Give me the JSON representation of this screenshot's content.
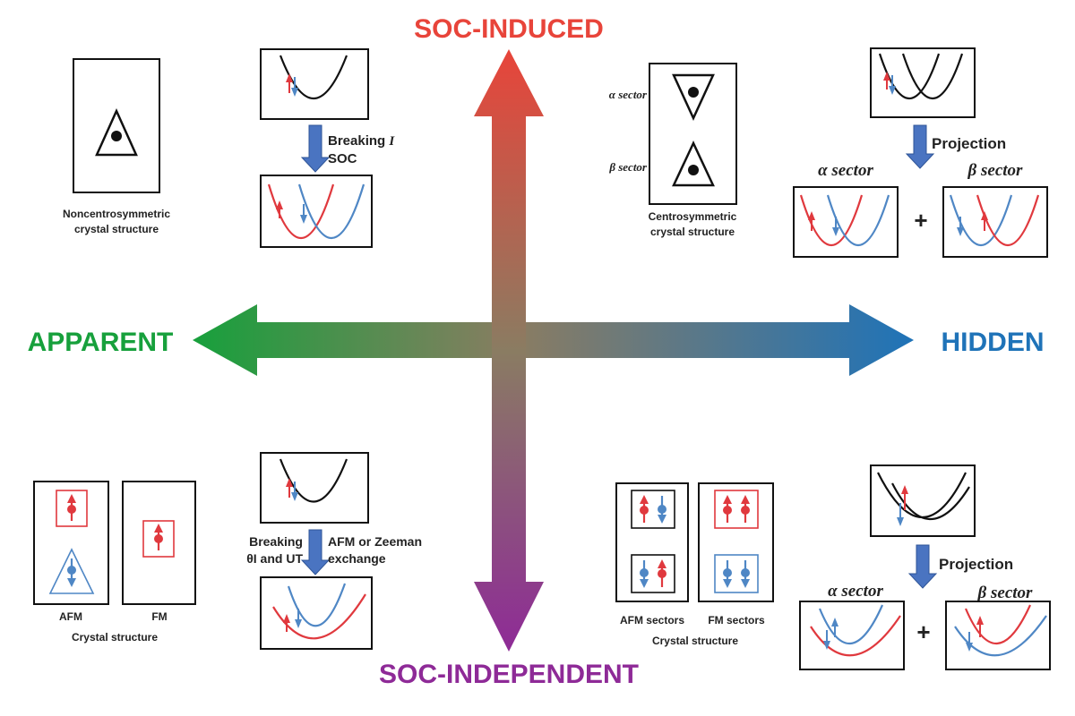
{
  "axes": {
    "top": "SOC-INDUCED",
    "bottom": "SOC-INDEPENDENT",
    "left": "APPARENT",
    "right": "HIDDEN"
  },
  "colors": {
    "top": "#e8443a",
    "bottom": "#8e2a97",
    "left": "#17a03c",
    "right": "#1f73b8",
    "center": "#8a7c62",
    "spin_up": "#e0393e",
    "spin_down": "#4f87c5",
    "process_arrow": "#4a74c1"
  },
  "q1": {
    "crystal_caption_1": "Noncentrosymmetric",
    "crystal_caption_2": "crystal structure",
    "arrow_label_1a": "Breaking ",
    "arrow_label_1b": "I",
    "arrow_label_2": "SOC"
  },
  "q2": {
    "alpha_sector_label": "α sector",
    "beta_sector_label": "β sector",
    "caption_1": "Centrosymmetric",
    "caption_2": "crystal structure",
    "projection": "Projection",
    "sector_a": "α sector",
    "sector_b": "β sector",
    "plus": "+"
  },
  "q3": {
    "afm": "AFM",
    "fm": "FM",
    "caption": "Crystal structure",
    "left_label_1": "Breaking",
    "left_label_2": "θI and UT",
    "right_label_1": "AFM or Zeeman",
    "right_label_2": "exchange"
  },
  "q4": {
    "afm_sectors": "AFM sectors",
    "fm_sectors": "FM sectors",
    "caption": "Crystal structure",
    "projection": "Projection",
    "sector_a": "α sector",
    "sector_b": "β sector",
    "plus": "+"
  }
}
